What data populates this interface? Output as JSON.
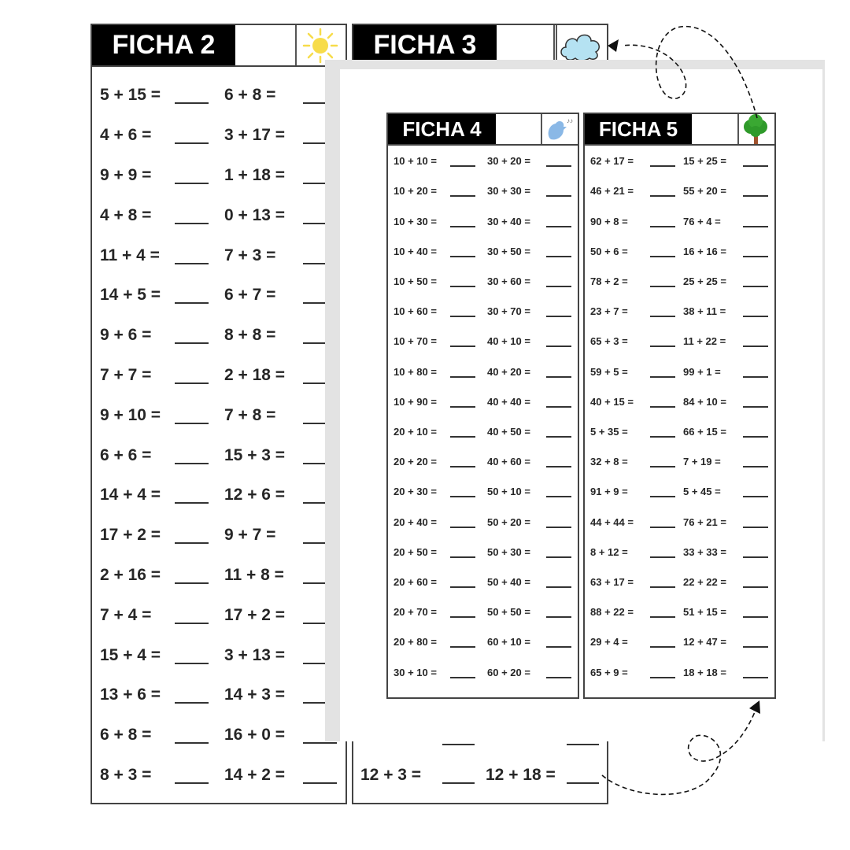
{
  "ficha2": {
    "title": "FICHA 2",
    "icon": "sun-icon",
    "left": [
      "5 + 15 =",
      "4 + 6 =",
      "9 + 9 =",
      "4 + 8 =",
      "11 + 4 =",
      "14 + 5 =",
      "9 + 6 =",
      "7 + 7 =",
      "9 + 10 =",
      "6 + 6 =",
      "14 + 4 =",
      "17 + 2 =",
      "2 + 16 =",
      "7 + 4 =",
      "15 + 4 =",
      "13 + 6 =",
      "6 + 8 =",
      "8 + 3 ="
    ],
    "right": [
      "6 + 8 =",
      "3 + 17 =",
      "1 + 18 =",
      "0 + 13 =",
      "7 + 3 =",
      "6 + 7 =",
      "8 + 8 =",
      "2 + 18 =",
      "7 + 8 =",
      "15 + 3 =",
      "12 + 6 =",
      "9 + 7 =",
      "11 + 8 =",
      "17 + 2 =",
      "3 + 13 =",
      "14 + 3 =",
      "16 + 0 =",
      "14 + 2 ="
    ]
  },
  "ficha3": {
    "title": "FICHA 3",
    "icon": "cloud-icon",
    "left": [
      "12 + 3 ="
    ],
    "right": [
      "12 + 18 ="
    ]
  },
  "ficha4": {
    "title": "FICHA 4",
    "icon": "bird-icon",
    "left": [
      "10 + 10 =",
      "10 + 20 =",
      "10 + 30 =",
      "10 + 40 =",
      "10 + 50 =",
      "10 + 60 =",
      "10 + 70 =",
      "10 + 80 =",
      "10 + 90 =",
      "20 + 10 =",
      "20 + 20 =",
      "20 + 30 =",
      "20 + 40 =",
      "20 + 50 =",
      "20 + 60 =",
      "20 + 70 =",
      "20 + 80 =",
      "30 + 10 ="
    ],
    "right": [
      "30 + 20 =",
      "30 + 30 =",
      "30 + 40 =",
      "30 + 50 =",
      "30 + 60 =",
      "30 + 70 =",
      "40 + 10 =",
      "40 + 20 =",
      "40 + 40 =",
      "40 + 50 =",
      "40 + 60 =",
      "50 + 10 =",
      "50 + 20 =",
      "50 + 30 =",
      "50 + 40 =",
      "50 + 50 =",
      "60 + 10 =",
      "60 + 20 ="
    ]
  },
  "ficha5": {
    "title": "FICHA 5",
    "icon": "tree-icon",
    "left": [
      "62 + 17 =",
      "46 + 21 =",
      "90 + 8 =",
      "50 + 6 =",
      "78 + 2 =",
      "23 + 7 =",
      "65 + 3 =",
      "59 + 5 =",
      "40 + 15 =",
      "5 + 35 =",
      "32 + 8 =",
      "91 + 9 =",
      "44 + 44 =",
      "8 + 12 =",
      "63 + 17 =",
      "88 + 22 =",
      "29 + 4 =",
      "65 + 9 ="
    ],
    "right": [
      "15 + 25 =",
      "55 + 20 =",
      "76 + 4 =",
      "16 + 16 =",
      "25 + 25 =",
      "38 + 11 =",
      "11 + 22 =",
      "99 + 1 =",
      "84 + 10 =",
      "66 + 15 =",
      "7 + 19 =",
      "5 + 45 =",
      "76 + 21 =",
      "33 + 33 =",
      "22 + 22 =",
      "51 + 15 =",
      "12 + 47 =",
      "18 + 18 ="
    ]
  },
  "colors": {
    "header_bg": "#000000",
    "sun": "#f7dc4a",
    "cloud": "#b5e2f2",
    "bird": "#8ab8e6",
    "tree": "#2f9a2a",
    "trunk": "#a0522d"
  }
}
